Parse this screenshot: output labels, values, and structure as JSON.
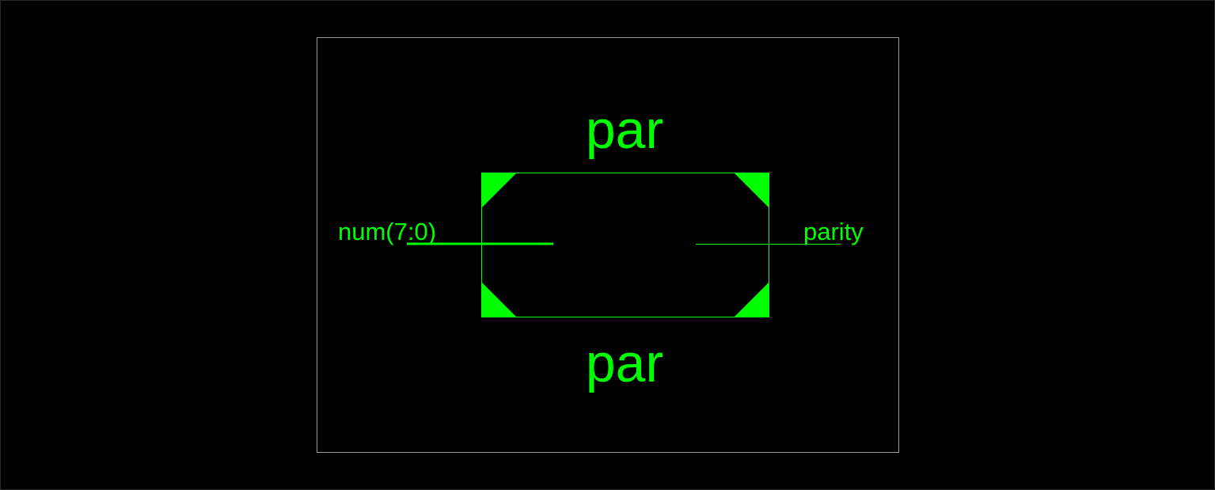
{
  "colors": {
    "background": "#000000",
    "symbol": "#00ff00",
    "sheet_border": "#9a9a9a"
  },
  "symbol": {
    "instance_name": "par",
    "cell_name": "par",
    "ports": {
      "input": {
        "label": "num(7:0)",
        "kind": "bus"
      },
      "output": {
        "label": "parity",
        "kind": "wire"
      }
    }
  }
}
